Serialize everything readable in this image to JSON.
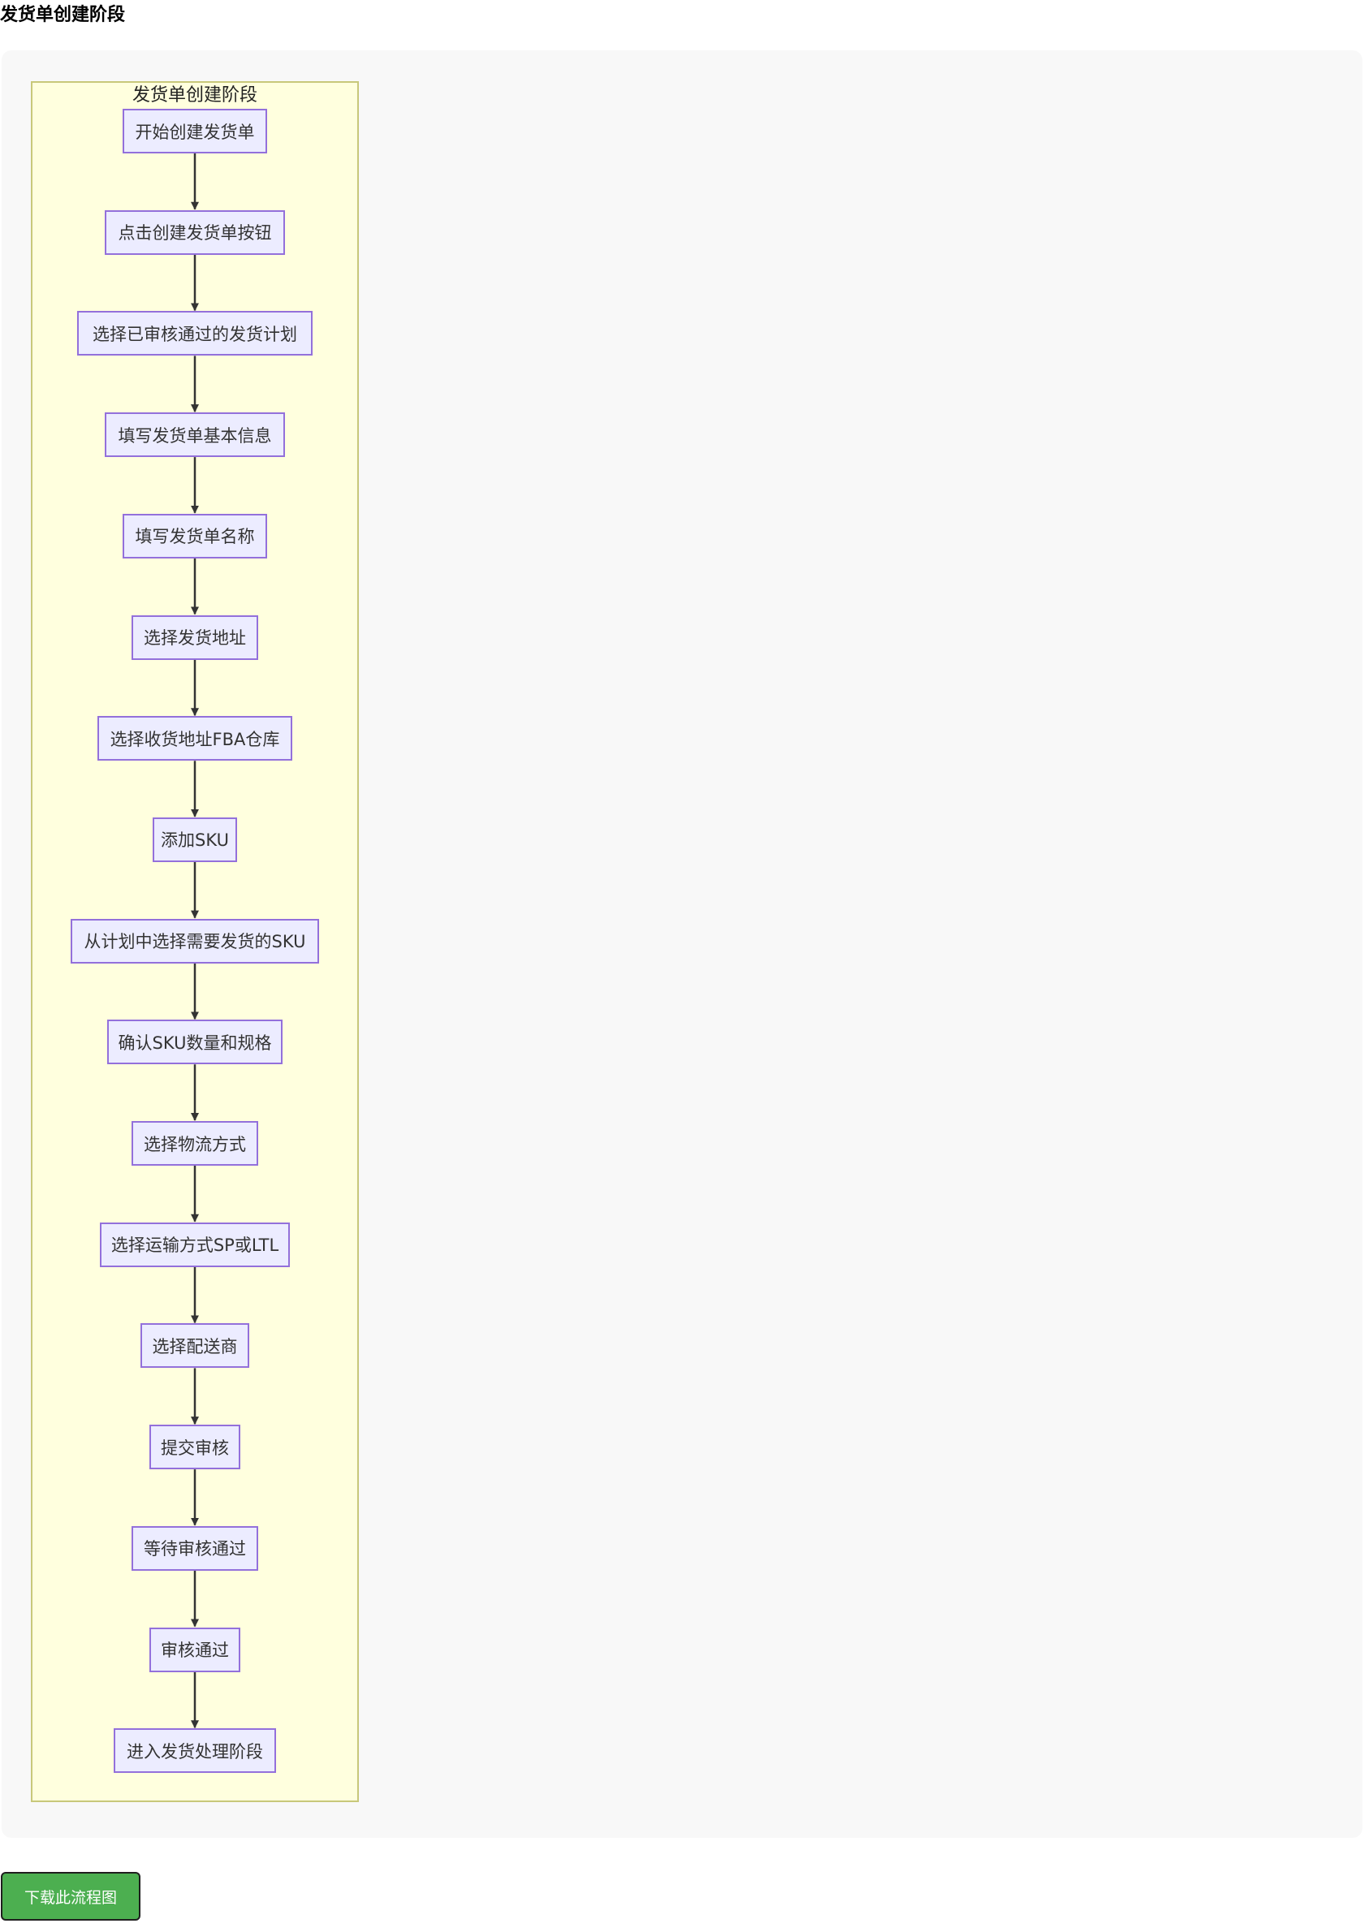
{
  "page": {
    "title": "发货单创建阶段"
  },
  "diagram": {
    "subgraph_title": "发货单创建阶段",
    "nodes": [
      "开始创建发货单",
      "点击创建发货单按钮",
      "选择已审核通过的发货计划",
      "填写发货单基本信息",
      "填写发货单名称",
      "选择发货地址",
      "选择收货地址FBA仓库",
      "添加SKU",
      "从计划中选择需要发货的SKU",
      "确认SKU数量和规格",
      "选择物流方式",
      "选择运输方式SP或LTL",
      "选择配送商",
      "提交审核",
      "等待审核通过",
      "审核通过",
      "进入发货处理阶段"
    ],
    "edges": [
      [
        0,
        1
      ],
      [
        1,
        2
      ],
      [
        2,
        3
      ],
      [
        3,
        4
      ],
      [
        4,
        5
      ],
      [
        5,
        6
      ],
      [
        6,
        7
      ],
      [
        7,
        8
      ],
      [
        8,
        9
      ],
      [
        9,
        10
      ],
      [
        10,
        11
      ],
      [
        11,
        12
      ],
      [
        12,
        13
      ],
      [
        13,
        14
      ],
      [
        14,
        15
      ],
      [
        15,
        16
      ]
    ],
    "colors": {
      "node_fill": "#ececff",
      "node_border": "#9370db",
      "subgraph_fill": "#ffffde",
      "subgraph_border": "#c8c87a",
      "edge": "#333333"
    }
  },
  "actions": {
    "download_label": "下载此流程图"
  }
}
